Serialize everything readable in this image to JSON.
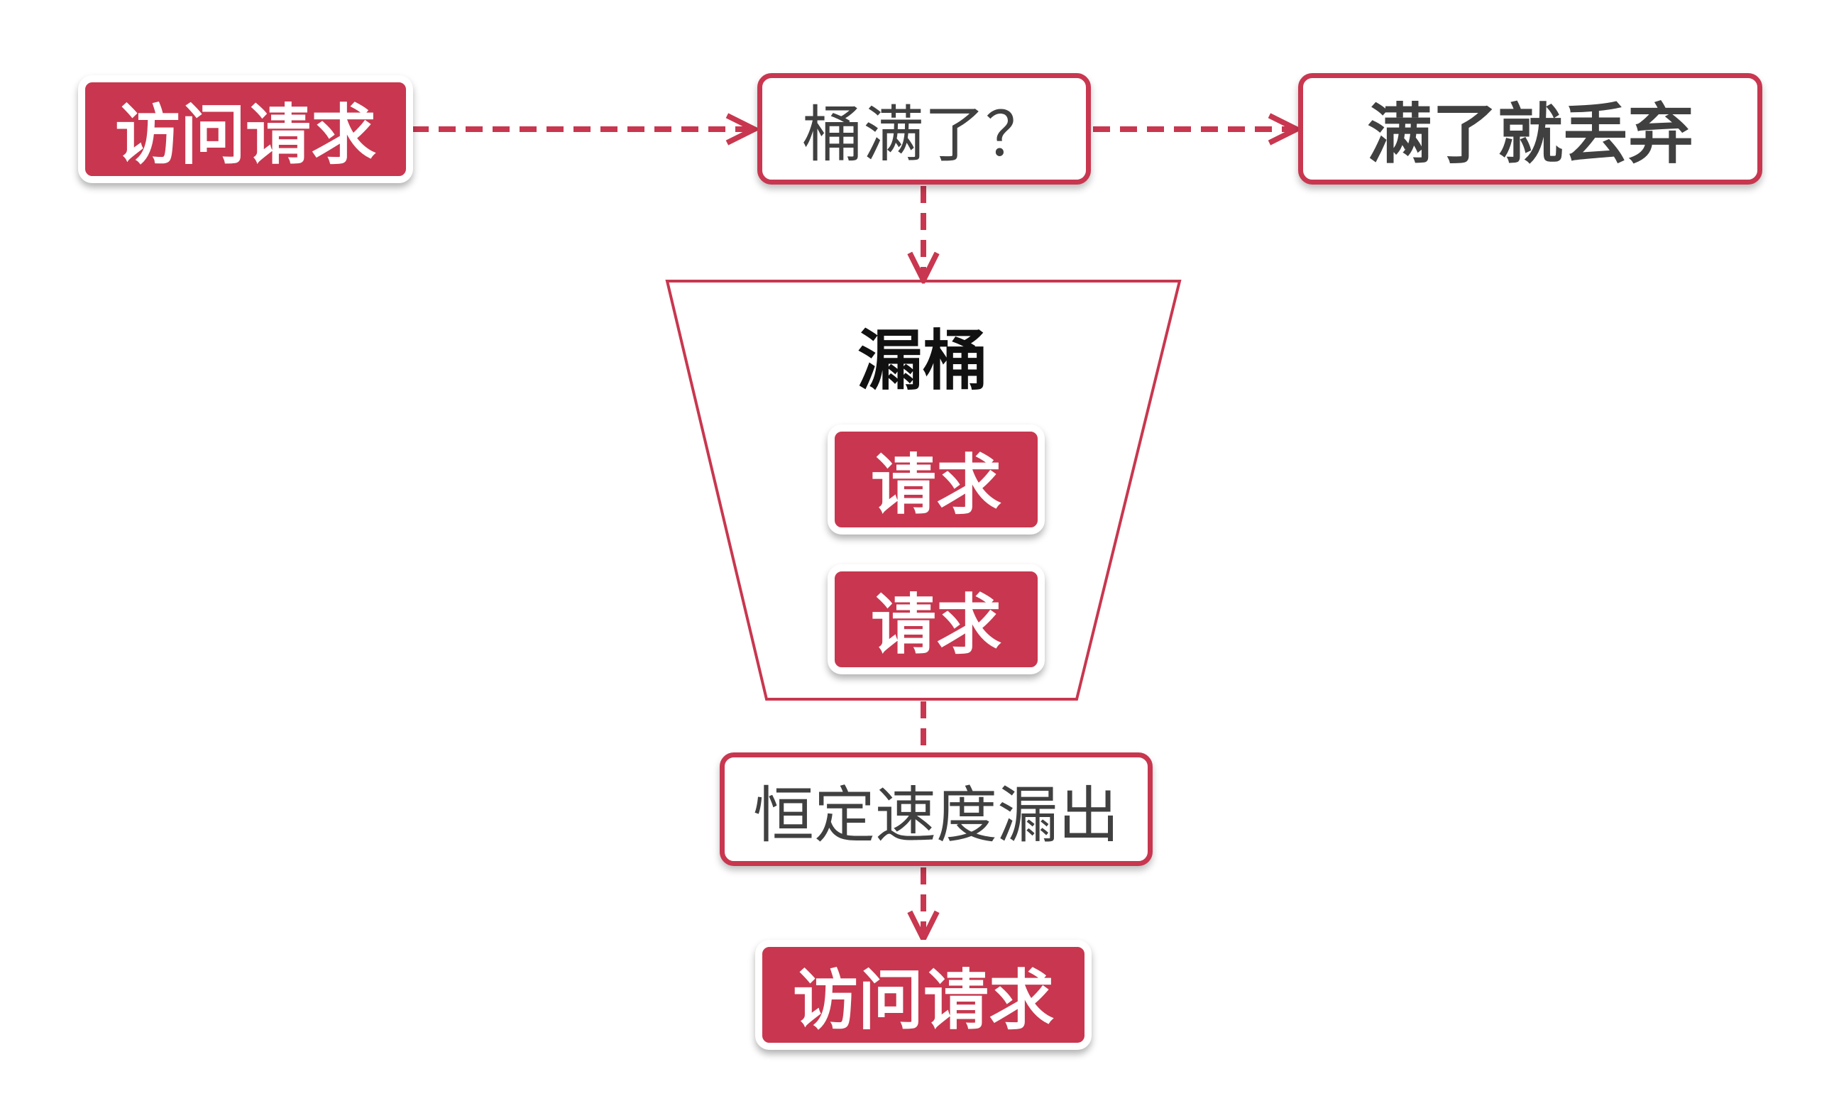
{
  "colors": {
    "accent": "#c8374f",
    "text_dark": "#404040",
    "title": "#111111"
  },
  "nodes": {
    "request_in": "访问请求",
    "check_full": "桶满了？",
    "discard": "满了就丢弃",
    "bucket_label": "漏桶",
    "bucket_item_1": "请求",
    "bucket_item_2": "请求",
    "leak_rate": "恒定速度漏出",
    "request_out": "访问请求"
  }
}
